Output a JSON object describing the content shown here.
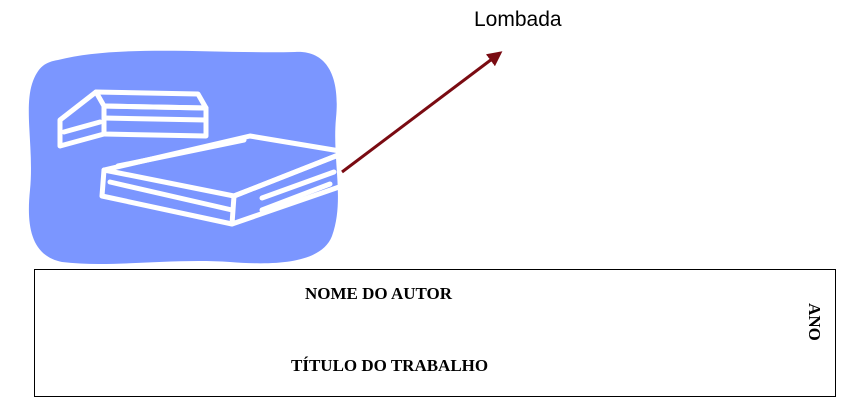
{
  "callout": {
    "label": "Lombada",
    "arrow_color": "#7a0b12"
  },
  "illustration": {
    "icon": "stacked-books-clipart",
    "background_color": "#7b96ff"
  },
  "spine": {
    "author": "NOME DO AUTOR",
    "title": "TÍTULO DO TRABALHO",
    "year": "ANO"
  }
}
